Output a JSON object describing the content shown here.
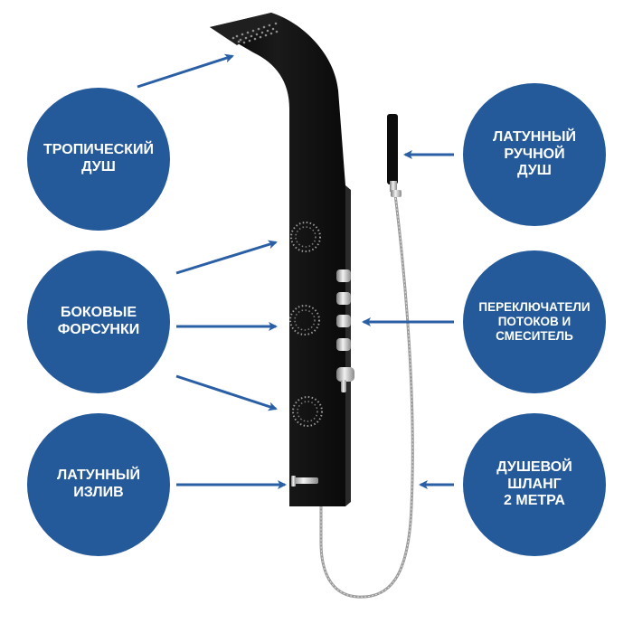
{
  "labels": {
    "tropical": "ТРОПИЧЕСКИЙ\nДУШ",
    "side_jets": "БОКОВЫЕ\nФОРСУНКИ",
    "spout": "ЛАТУННЫЙ\nИЗЛИВ",
    "hand_shower": "ЛАТУННЫЙ\nРУЧНОЙ\nДУШ",
    "switches": "ПЕРЕКЛЮЧАТЕЛИ\nПОТОКОВ И\nСМЕСИТЕЛЬ",
    "hose": "ДУШЕВОЙ\nШЛАНГ\n2 МЕТРА"
  },
  "colors": {
    "circle": "#24599a",
    "arrow": "#2a5fa5",
    "panel": "#101010",
    "chrome": "#b8b8b8"
  }
}
